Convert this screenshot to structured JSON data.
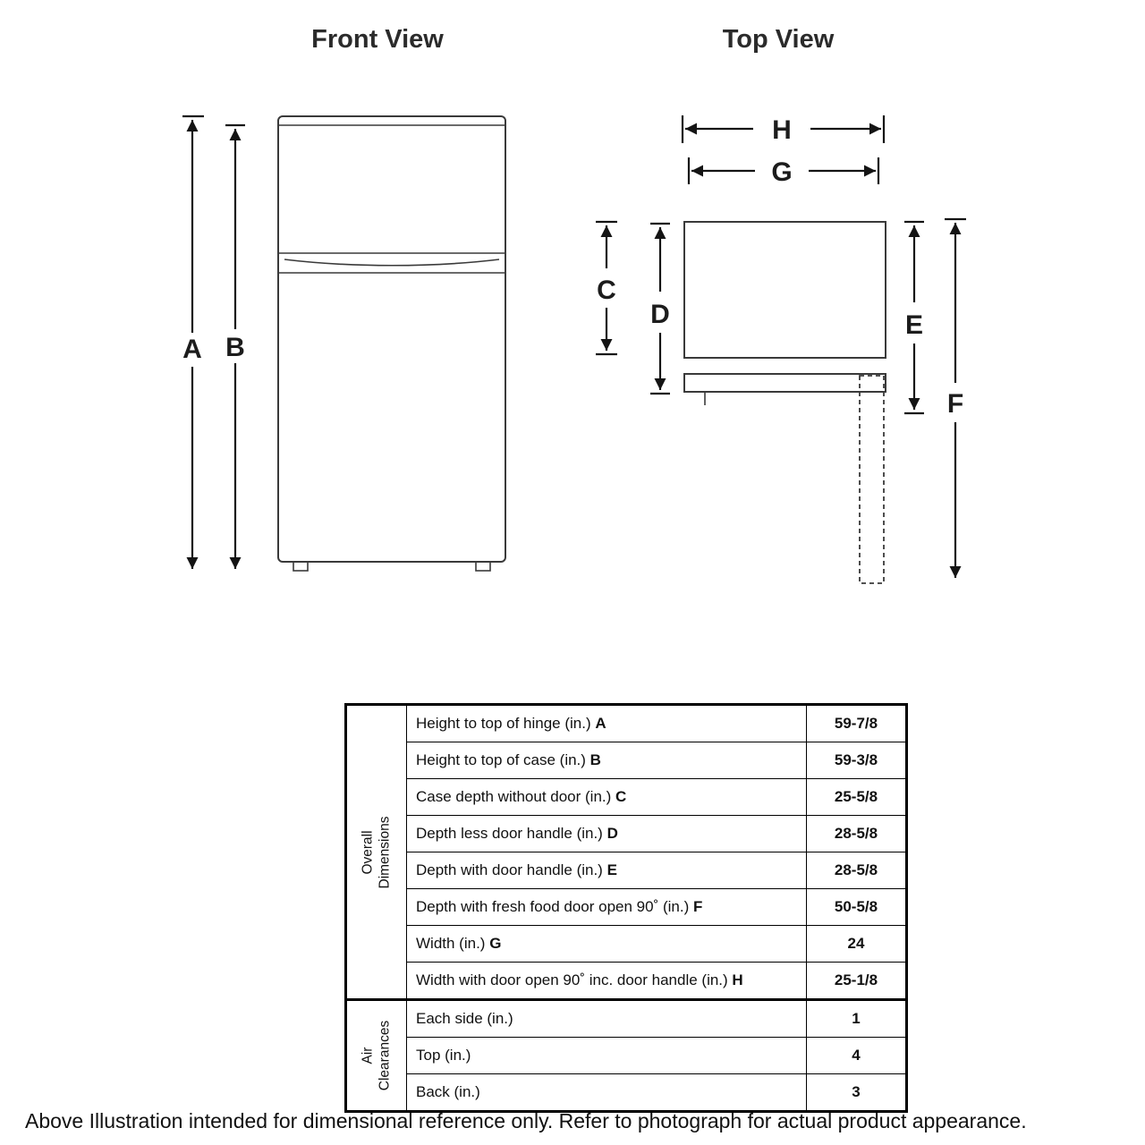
{
  "titles": {
    "front_view": "Front View",
    "top_view": "Top View"
  },
  "dimensions": {
    "A": "A",
    "B": "B",
    "C": "C",
    "D": "D",
    "E": "E",
    "F": "F",
    "G": "G",
    "H": "H"
  },
  "table": {
    "groups": [
      {
        "lines": [
          "Overall",
          "Dimensions"
        ]
      },
      {
        "lines": [
          "Air",
          "Clearances"
        ]
      }
    ],
    "rows": [
      {
        "text": "Height to top of hinge (in.) ",
        "letter": "A",
        "value": "59-7/8"
      },
      {
        "text": "Height to top of case (in.) ",
        "letter": "B",
        "value": "59-3/8"
      },
      {
        "text": "Case depth without door (in.) ",
        "letter": "C",
        "value": "25-5/8"
      },
      {
        "text": "Depth less door handle (in.) ",
        "letter": "D",
        "value": "28-5/8"
      },
      {
        "text": "Depth with door handle (in.) ",
        "letter": "E",
        "value": "28-5/8"
      },
      {
        "text": "Depth with fresh food door open 90˚ (in.) ",
        "letter": "F",
        "value": "50-5/8"
      },
      {
        "text": "Width (in.) ",
        "letter": "G",
        "value": "24"
      },
      {
        "text": "Width with door open 90˚ inc. door handle (in.) ",
        "letter": "H",
        "value": "25-1/8"
      },
      {
        "text": "Each side (in.)",
        "letter": "",
        "value": "1"
      },
      {
        "text": "Top (in.)",
        "letter": "",
        "value": "4"
      },
      {
        "text": "Back (in.)",
        "letter": "",
        "value": "3"
      }
    ]
  },
  "footer": "Above Illustration intended for dimensional reference only. Refer to photograph for actual product appearance."
}
